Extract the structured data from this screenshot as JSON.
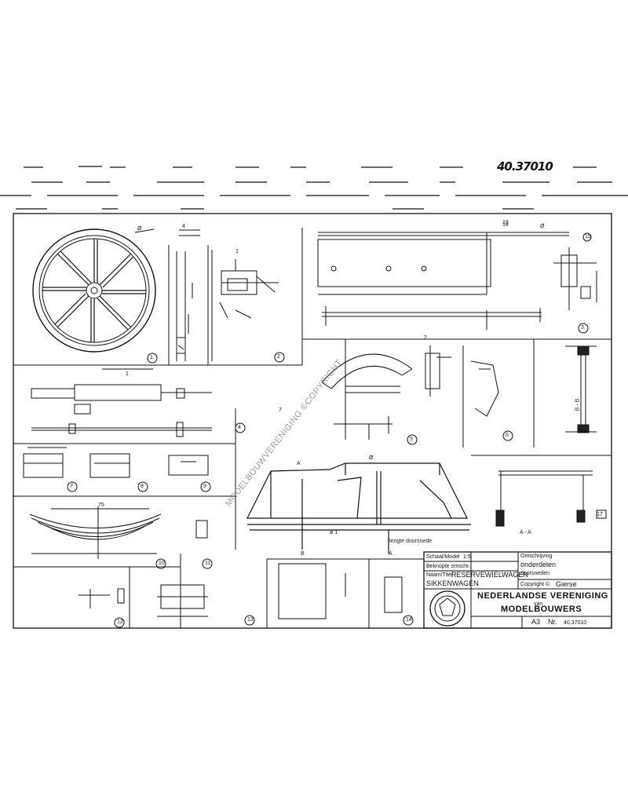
{
  "handwritten_number": "40.37010",
  "labels": {
    "lengte_doorsnede": "lengte doorsnede",
    "section_aa": "A - A",
    "section_bb": "B - B",
    "mark_a": "A",
    "mark_b": "B"
  },
  "watermark": "MODELBOUWVERENIGING ©COPYRIGHT",
  "title_block": {
    "scale_label": "Schaal/Model",
    "scale": "1:5",
    "maker_label": "Beknopte omschr.",
    "subject_label": "Naam/Titel",
    "subject_line1": "RESERVEWIELWAGEN",
    "subject_line2": "SIKKENWAGEN",
    "part_label": "Omschrijving",
    "part_line1": "onderdelen",
    "part_line2": "doorsneden",
    "copyright_label": "Copyright ©",
    "copyright_holder": "Gierse",
    "org_line1": "NEDERLANDSE VERENIGING",
    "org_line2": "van",
    "org_line3": "MODELBOUWERS",
    "format": "A3",
    "nr_label": "Nr.",
    "nr_value": "40.37010"
  },
  "detail_markers": [
    "1",
    "2",
    "3",
    "4",
    "5",
    "6",
    "7",
    "8",
    "9",
    "10",
    "11",
    "12",
    "13",
    "14",
    "15",
    "16",
    "17"
  ]
}
